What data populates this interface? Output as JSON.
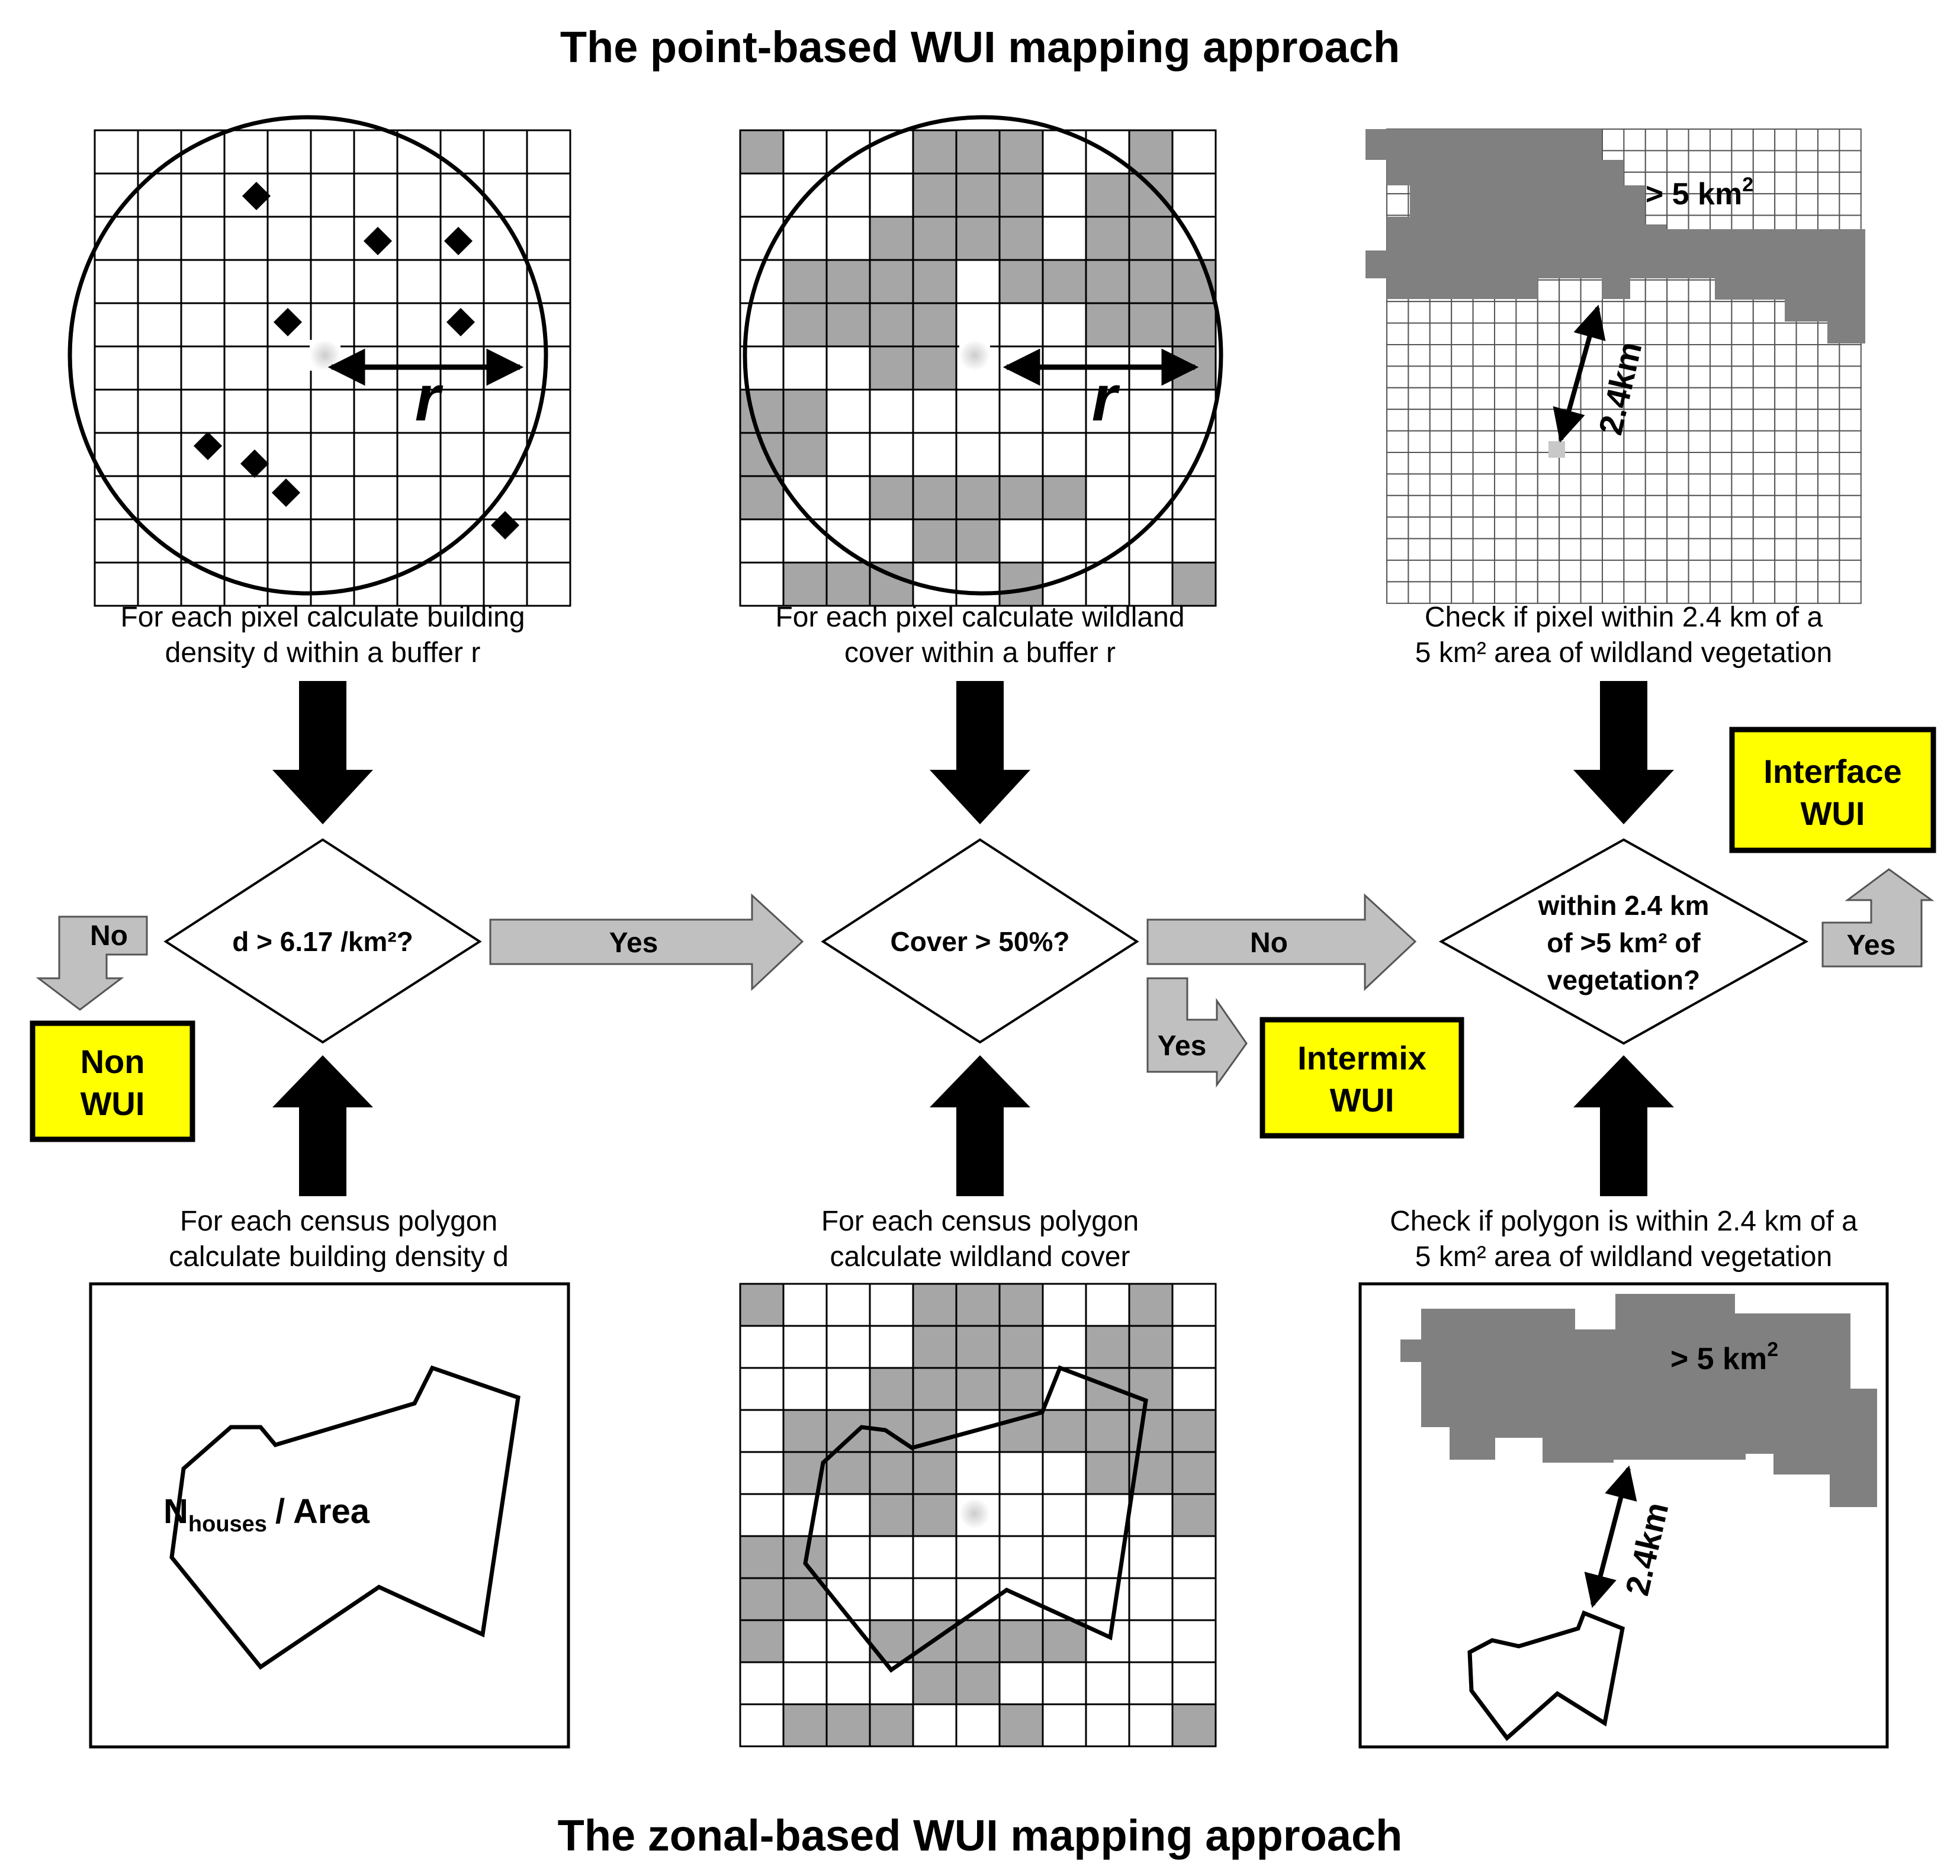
{
  "titles": {
    "top": "The point-based WUI mapping approach",
    "bottom": "The zonal-based WUI mapping approach"
  },
  "captions": {
    "p1": [
      "For each pixel calculate building",
      "density d within a buffer r"
    ],
    "p2": [
      "For each pixel calculate wildland",
      "cover within a buffer r"
    ],
    "p3": [
      "Check if pixel within 2.4 km of a",
      "5 km² area of wildland vegetation"
    ],
    "z1": [
      "For each census polygon",
      "calculate building density d"
    ],
    "z2": [
      "For each census polygon",
      "calculate wildland cover"
    ],
    "z3": [
      "Check if polygon is within 2.4 km of a",
      "5 km² area of wildland vegetation"
    ]
  },
  "labels": {
    "radius": "r",
    "area_top": "> 5 km",
    "area_bottom": "> 5 km",
    "superscript": "2",
    "distance_top": "2.4km",
    "distance_bottom": "2.4km",
    "density_n": "N",
    "density_sub": "houses",
    "density_rest": "/ Area"
  },
  "decisions": {
    "d1": "d > 6.17 /km²?",
    "d2": "Cover > 50%?",
    "d3": [
      "within 2.4 km",
      "of >5 km² of",
      "vegetation?"
    ]
  },
  "arrows": {
    "no_left": "No",
    "yes_1": "Yes",
    "no_2": "No",
    "yes_intermix": "Yes",
    "yes_interface": "Yes"
  },
  "outcomes": {
    "non_wui": [
      "Non",
      "WUI"
    ],
    "intermix": [
      "Intermix",
      "WUI"
    ],
    "interface": [
      "Interface",
      "WUI"
    ]
  },
  "colors": {
    "outcome_fill": "#ffff00",
    "arrow_fill": "#c0c0c0",
    "cell_fill": "#a6a6a6",
    "area_fill": "#808080"
  }
}
